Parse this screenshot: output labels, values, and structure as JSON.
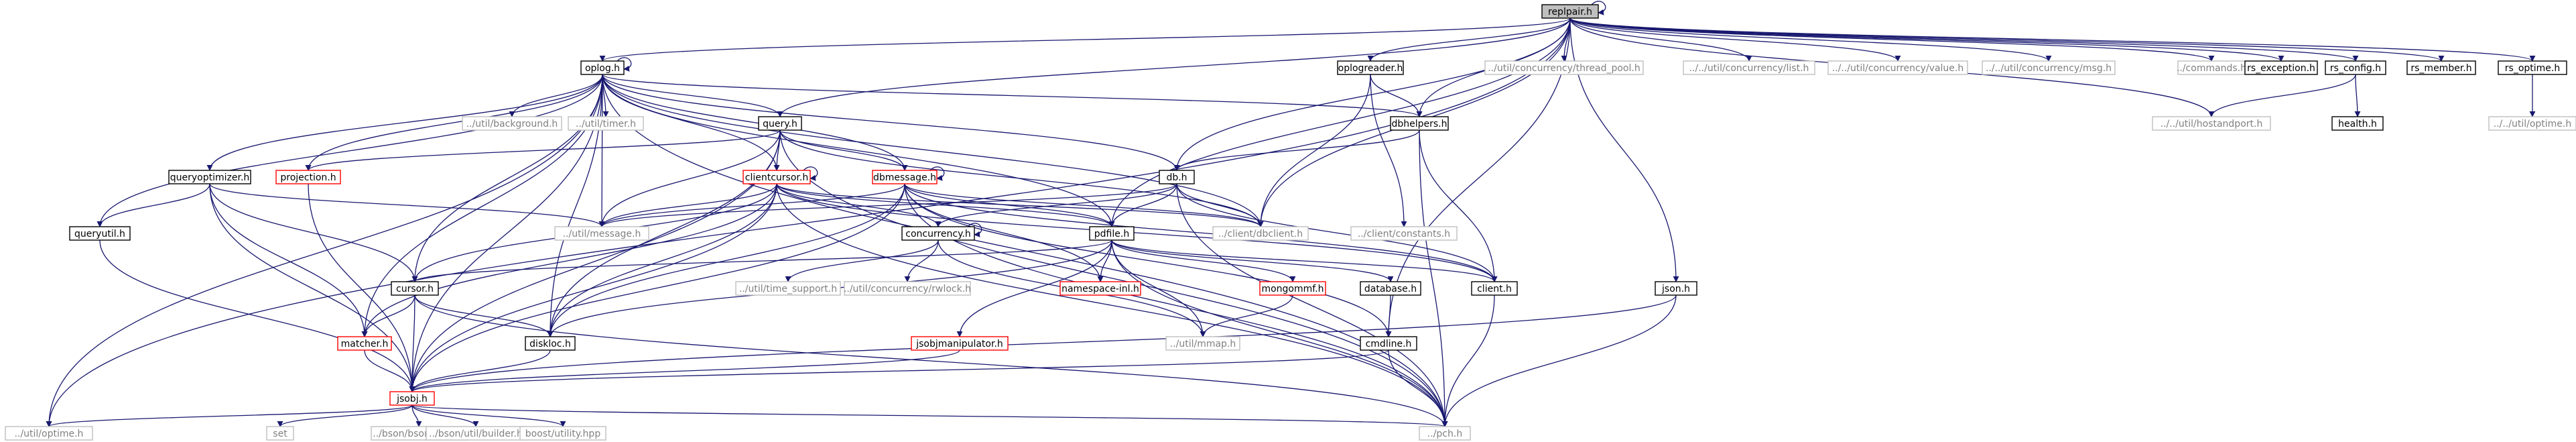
{
  "colors": {
    "edge": "#191970",
    "focus_fill": "#bfbfbf",
    "focus_stroke": "#000000",
    "normal_stroke": "#000000",
    "missing_stroke": "#bfbfbf",
    "warning_stroke": "#ff0000",
    "text": "#000000",
    "missing_text": "#808080"
  },
  "nodes": [
    {
      "id": "replpair",
      "label": "replpair.h",
      "kind": "focus"
    },
    {
      "id": "oplog",
      "label": "oplog.h",
      "kind": "normal"
    },
    {
      "id": "oplogreader",
      "label": "oplogreader.h",
      "kind": "normal"
    },
    {
      "id": "threadpool",
      "label": "../util/concurrency/thread_pool.h",
      "kind": "missing"
    },
    {
      "id": "list",
      "label": "../../util/concurrency/list.h",
      "kind": "missing"
    },
    {
      "id": "value",
      "label": "../../util/concurrency/value.h",
      "kind": "missing"
    },
    {
      "id": "msg",
      "label": "../../util/concurrency/msg.h",
      "kind": "missing"
    },
    {
      "id": "commands",
      "label": "../commands.h",
      "kind": "missing"
    },
    {
      "id": "rsexception",
      "label": "rs_exception.h",
      "kind": "normal"
    },
    {
      "id": "rsconfig",
      "label": "rs_config.h",
      "kind": "normal"
    },
    {
      "id": "rsmember",
      "label": "rs_member.h",
      "kind": "normal"
    },
    {
      "id": "rsoptime",
      "label": "rs_optime.h",
      "kind": "normal"
    },
    {
      "id": "background",
      "label": "../util/background.h",
      "kind": "missing"
    },
    {
      "id": "timer",
      "label": "../util/timer.h",
      "kind": "missing"
    },
    {
      "id": "query",
      "label": "query.h",
      "kind": "normal"
    },
    {
      "id": "dbhelpers",
      "label": "dbhelpers.h",
      "kind": "normal"
    },
    {
      "id": "hostandport",
      "label": "../../util/hostandport.h",
      "kind": "missing"
    },
    {
      "id": "health",
      "label": "health.h",
      "kind": "normal"
    },
    {
      "id": "utiloptime2",
      "label": "../../util/optime.h",
      "kind": "missing"
    },
    {
      "id": "queryoptimizer",
      "label": "queryoptimizer.h",
      "kind": "normal"
    },
    {
      "id": "projection",
      "label": "projection.h",
      "kind": "warning"
    },
    {
      "id": "clientcursor",
      "label": "clientcursor.h",
      "kind": "warning"
    },
    {
      "id": "dbmessage",
      "label": "dbmessage.h",
      "kind": "warning"
    },
    {
      "id": "db",
      "label": "db.h",
      "kind": "normal"
    },
    {
      "id": "queryutil",
      "label": "queryutil.h",
      "kind": "normal"
    },
    {
      "id": "message",
      "label": "../util/message.h",
      "kind": "missing"
    },
    {
      "id": "dbclient",
      "label": "../client/dbclient.h",
      "kind": "missing"
    },
    {
      "id": "constants",
      "label": "../client/constants.h",
      "kind": "missing"
    },
    {
      "id": "concurrency",
      "label": "concurrency.h",
      "kind": "normal"
    },
    {
      "id": "pdfile",
      "label": "pdfile.h",
      "kind": "normal"
    },
    {
      "id": "cursor",
      "label": "cursor.h",
      "kind": "normal"
    },
    {
      "id": "timesupport",
      "label": "../util/time_support.h",
      "kind": "missing"
    },
    {
      "id": "rwlock",
      "label": "../util/concurrency/rwlock.h",
      "kind": "missing"
    },
    {
      "id": "namespaceinl",
      "label": "namespace-inl.h",
      "kind": "warning"
    },
    {
      "id": "mongommf",
      "label": "mongommf.h",
      "kind": "warning"
    },
    {
      "id": "database",
      "label": "database.h",
      "kind": "normal"
    },
    {
      "id": "client",
      "label": "client.h",
      "kind": "normal"
    },
    {
      "id": "json",
      "label": "json.h",
      "kind": "normal"
    },
    {
      "id": "matcher",
      "label": "matcher.h",
      "kind": "warning"
    },
    {
      "id": "diskloc",
      "label": "diskloc.h",
      "kind": "normal"
    },
    {
      "id": "jsobjmanipulator",
      "label": "jsobjmanipulator.h",
      "kind": "warning"
    },
    {
      "id": "mmap",
      "label": "../util/mmap.h",
      "kind": "missing"
    },
    {
      "id": "cmdline",
      "label": "cmdline.h",
      "kind": "normal"
    },
    {
      "id": "jsobj",
      "label": "jsobj.h",
      "kind": "warning"
    },
    {
      "id": "utiloptime",
      "label": "../util/optime.h",
      "kind": "missing"
    },
    {
      "id": "set",
      "label": "set",
      "kind": "missing"
    },
    {
      "id": "bsontypes",
      "label": "../bson/bsontypes.h",
      "kind": "missing"
    },
    {
      "id": "builder",
      "label": "../bson/util/builder.h",
      "kind": "missing"
    },
    {
      "id": "boostutility",
      "label": "boost/utility.hpp",
      "kind": "missing"
    },
    {
      "id": "pch",
      "label": "../pch.h",
      "kind": "missing"
    }
  ],
  "edges": [
    [
      "replpair",
      "oplog"
    ],
    [
      "replpair",
      "oplogreader"
    ],
    [
      "replpair",
      "threadpool"
    ],
    [
      "replpair",
      "list"
    ],
    [
      "replpair",
      "value"
    ],
    [
      "replpair",
      "msg"
    ],
    [
      "replpair",
      "commands"
    ],
    [
      "replpair",
      "rsexception"
    ],
    [
      "replpair",
      "rsconfig"
    ],
    [
      "replpair",
      "rsmember"
    ],
    [
      "replpair",
      "rsoptime"
    ],
    [
      "replpair",
      "db"
    ],
    [
      "replpair",
      "dbhelpers"
    ],
    [
      "replpair",
      "query"
    ],
    [
      "replpair",
      "dbclient"
    ],
    [
      "replpair",
      "pdfile"
    ],
    [
      "replpair",
      "hostandport"
    ],
    [
      "replpair",
      "json"
    ],
    [
      "replpair",
      "cmdline"
    ],
    [
      "replpair",
      "utiloptime"
    ],
    [
      "replpair",
      "replpair"
    ],
    [
      "oplog",
      "background"
    ],
    [
      "oplog",
      "timer"
    ],
    [
      "oplog",
      "query"
    ],
    [
      "oplog",
      "dbhelpers"
    ],
    [
      "oplog",
      "db"
    ],
    [
      "oplog",
      "queryoptimizer"
    ],
    [
      "oplog",
      "projection"
    ],
    [
      "oplog",
      "queryutil"
    ],
    [
      "oplog",
      "message"
    ],
    [
      "oplog",
      "dbclient"
    ],
    [
      "oplog",
      "dbmessage"
    ],
    [
      "oplog",
      "pdfile"
    ],
    [
      "oplog",
      "cursor"
    ],
    [
      "oplog",
      "matcher"
    ],
    [
      "oplog",
      "diskloc"
    ],
    [
      "oplog",
      "jsobj"
    ],
    [
      "oplog",
      "utiloptime"
    ],
    [
      "oplog",
      "clientcursor"
    ],
    [
      "oplog",
      "pch"
    ],
    [
      "oplog",
      "oplog"
    ],
    [
      "oplogreader",
      "dbhelpers"
    ],
    [
      "oplogreader",
      "constants"
    ],
    [
      "oplogreader",
      "dbclient"
    ],
    [
      "rsconfig",
      "health"
    ],
    [
      "rsconfig",
      "hostandport"
    ],
    [
      "rsoptime",
      "utiloptime2"
    ],
    [
      "query",
      "projection"
    ],
    [
      "query",
      "clientcursor"
    ],
    [
      "query",
      "dbmessage"
    ],
    [
      "query",
      "message"
    ],
    [
      "query",
      "dbclient"
    ],
    [
      "query",
      "jsobj"
    ],
    [
      "query",
      "diskloc"
    ],
    [
      "query",
      "pch"
    ],
    [
      "dbhelpers",
      "db"
    ],
    [
      "dbhelpers",
      "client"
    ],
    [
      "dbhelpers",
      "pch"
    ],
    [
      "queryoptimizer",
      "queryutil"
    ],
    [
      "queryoptimizer",
      "cursor"
    ],
    [
      "queryoptimizer",
      "matcher"
    ],
    [
      "queryoptimizer",
      "jsobj"
    ],
    [
      "queryoptimizer",
      "message"
    ],
    [
      "projection",
      "jsobj"
    ],
    [
      "clientcursor",
      "message"
    ],
    [
      "clientcursor",
      "dbclient"
    ],
    [
      "clientcursor",
      "concurrency"
    ],
    [
      "clientcursor",
      "pdfile"
    ],
    [
      "clientcursor",
      "cursor"
    ],
    [
      "clientcursor",
      "diskloc"
    ],
    [
      "clientcursor",
      "jsobj"
    ],
    [
      "clientcursor",
      "matcher"
    ],
    [
      "clientcursor",
      "client"
    ],
    [
      "clientcursor",
      "pch"
    ],
    [
      "clientcursor",
      "clientcursor"
    ],
    [
      "dbmessage",
      "message"
    ],
    [
      "dbmessage",
      "dbclient"
    ],
    [
      "dbmessage",
      "pdfile"
    ],
    [
      "dbmessage",
      "jsobj"
    ],
    [
      "dbmessage",
      "diskloc"
    ],
    [
      "dbmessage",
      "namespaceinl"
    ],
    [
      "dbmessage",
      "client"
    ],
    [
      "dbmessage",
      "cmdline"
    ],
    [
      "dbmessage",
      "pch"
    ],
    [
      "dbmessage",
      "dbmessage"
    ],
    [
      "db",
      "message"
    ],
    [
      "db",
      "dbclient"
    ],
    [
      "db",
      "concurrency"
    ],
    [
      "db",
      "pdfile"
    ],
    [
      "db",
      "client"
    ],
    [
      "db",
      "pch"
    ],
    [
      "queryutil",
      "jsobj"
    ],
    [
      "concurrency",
      "timesupport"
    ],
    [
      "concurrency",
      "rwlock"
    ],
    [
      "concurrency",
      "mmap"
    ],
    [
      "concurrency",
      "concurrency"
    ],
    [
      "pdfile",
      "namespaceinl"
    ],
    [
      "pdfile",
      "mongommf"
    ],
    [
      "pdfile",
      "database"
    ],
    [
      "pdfile",
      "client"
    ],
    [
      "pdfile",
      "jsobjmanipulator"
    ],
    [
      "pdfile",
      "mmap"
    ],
    [
      "pdfile",
      "diskloc"
    ],
    [
      "pdfile",
      "cursor"
    ],
    [
      "pdfile",
      "pch"
    ],
    [
      "cursor",
      "matcher"
    ],
    [
      "cursor",
      "diskloc"
    ],
    [
      "cursor",
      "jsobj"
    ],
    [
      "cursor",
      "pch"
    ],
    [
      "mongommf",
      "mmap"
    ],
    [
      "database",
      "cmdline"
    ],
    [
      "client",
      "pch"
    ],
    [
      "json",
      "jsobj"
    ],
    [
      "json",
      "pch"
    ],
    [
      "matcher",
      "jsobj"
    ],
    [
      "diskloc",
      "jsobj"
    ],
    [
      "jsobjmanipulator",
      "jsobj"
    ],
    [
      "cmdline",
      "jsobj"
    ],
    [
      "cmdline",
      "pch"
    ],
    [
      "jsobj",
      "utiloptime"
    ],
    [
      "jsobj",
      "set"
    ],
    [
      "jsobj",
      "bsontypes"
    ],
    [
      "jsobj",
      "builder"
    ],
    [
      "jsobj",
      "boostutility"
    ],
    [
      "jsobj",
      "pch"
    ]
  ]
}
